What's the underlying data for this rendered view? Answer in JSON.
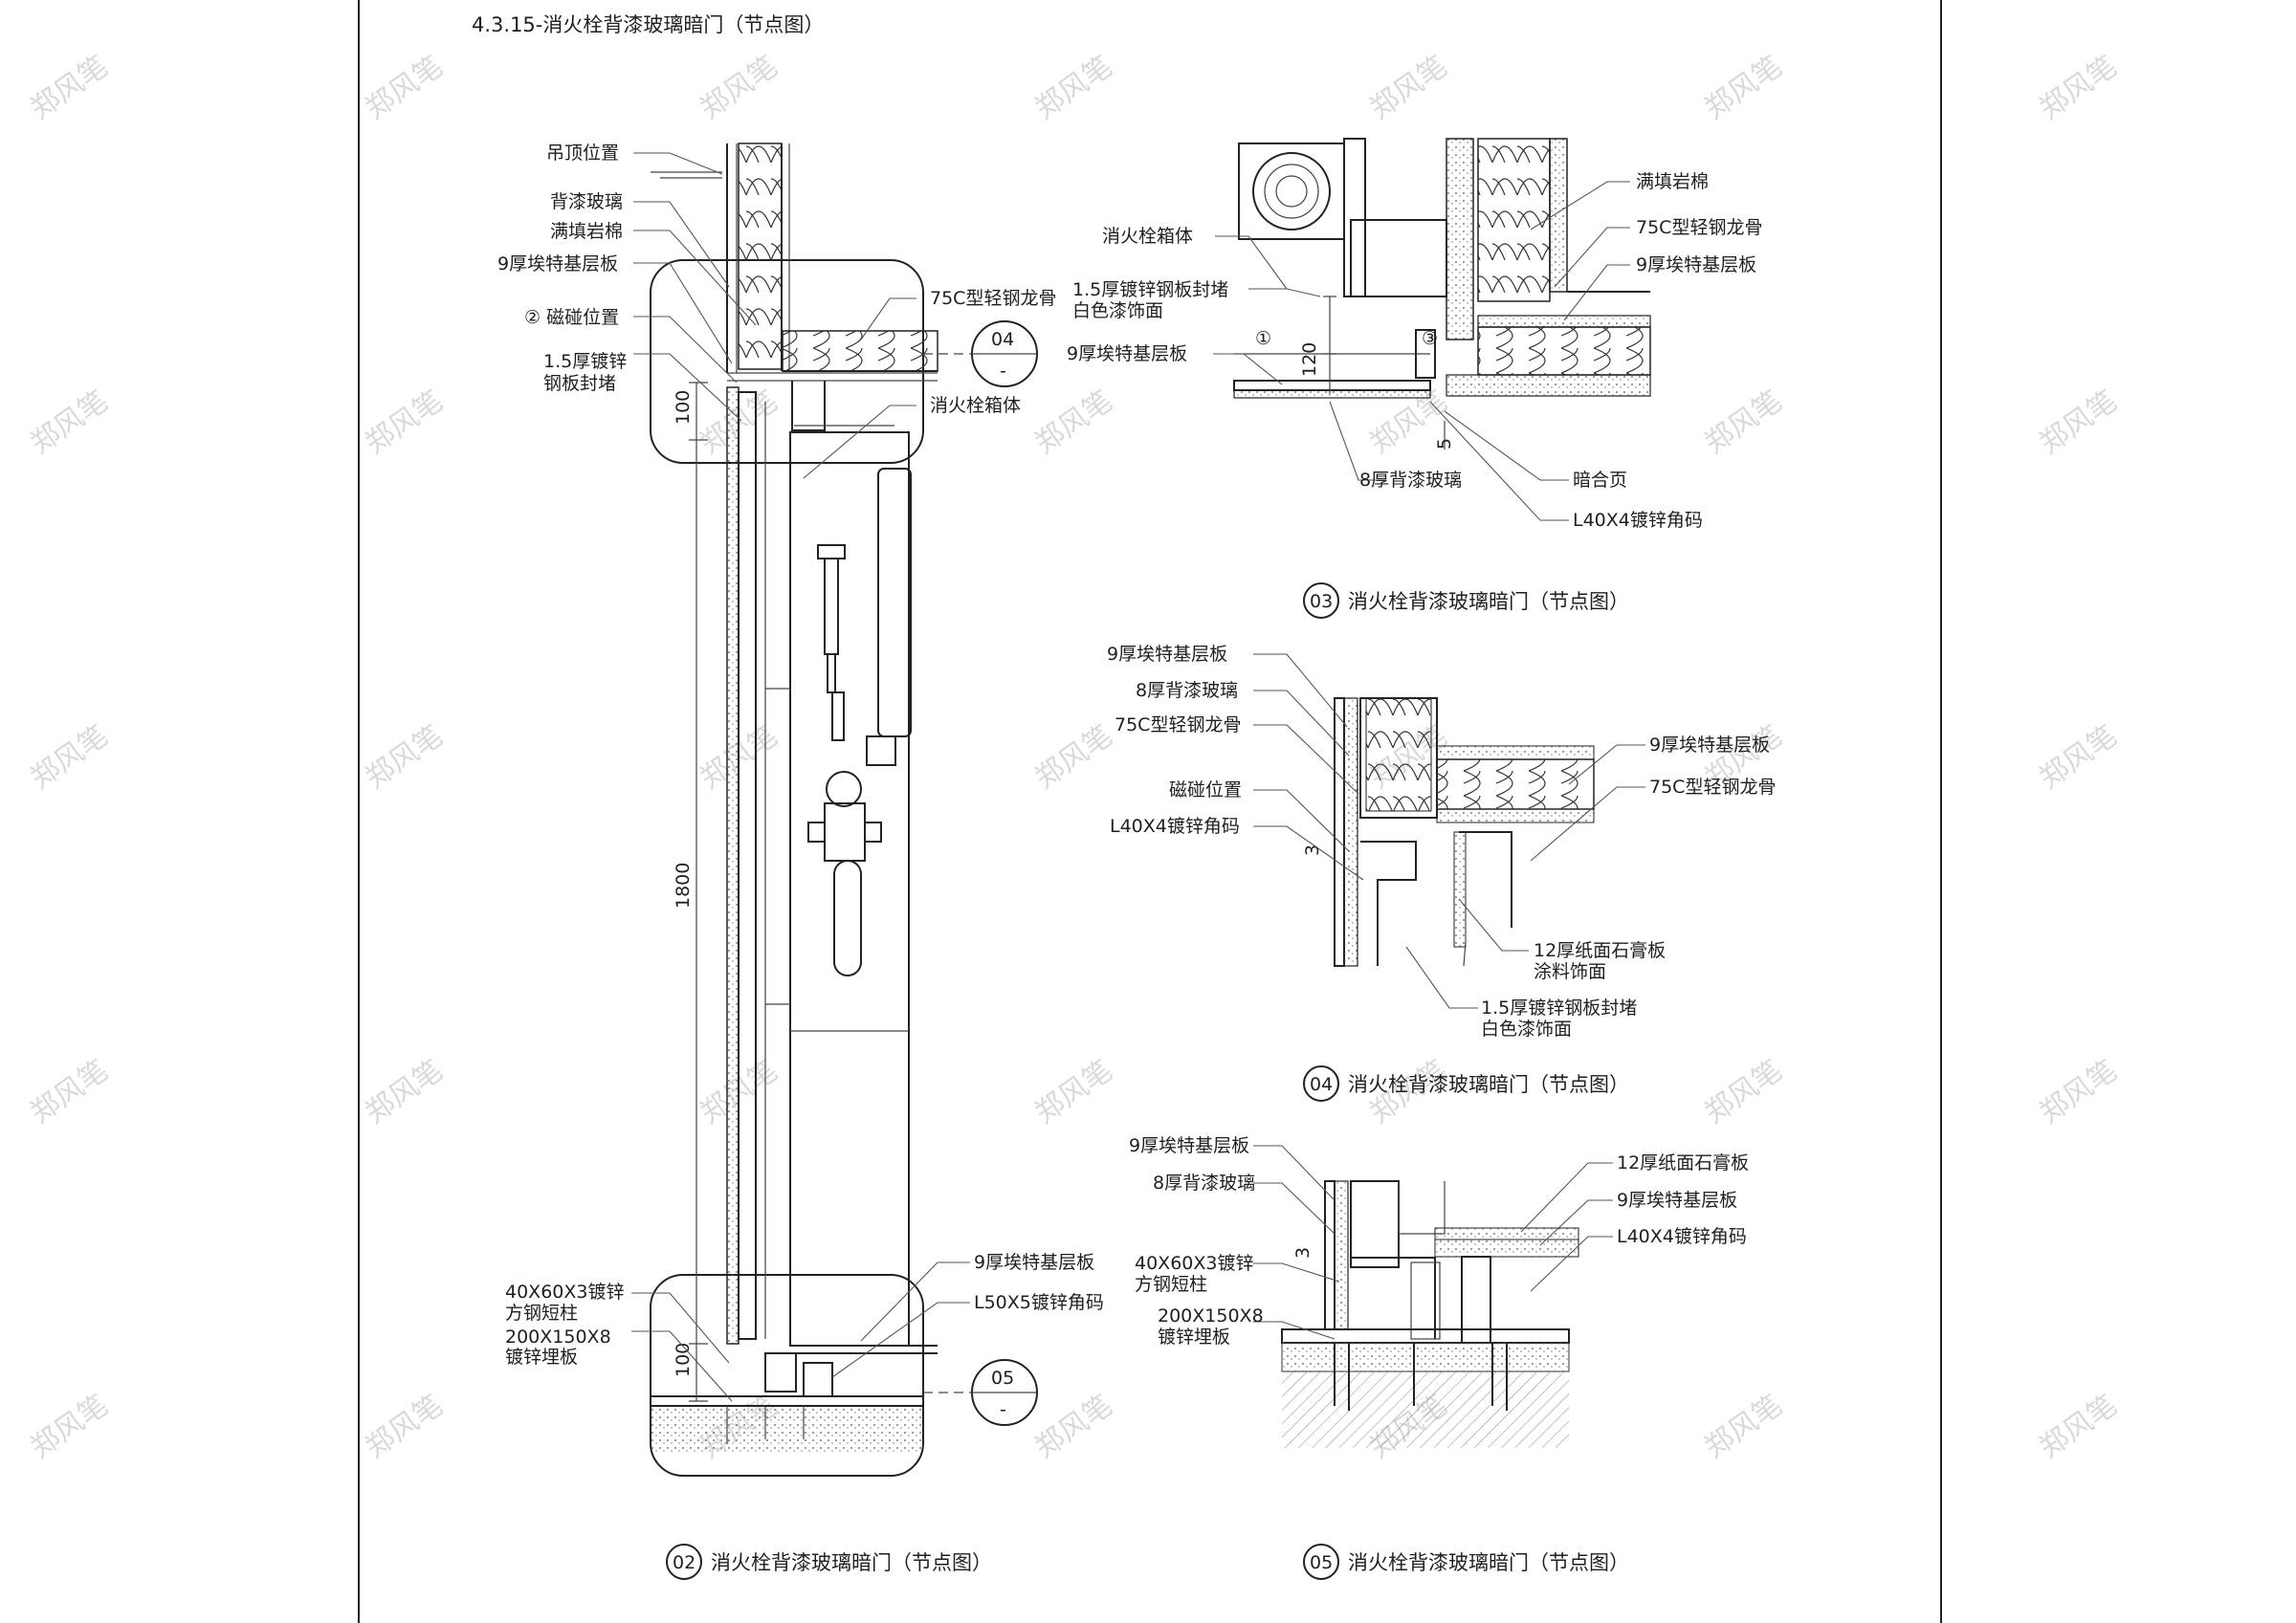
{
  "sheet_title": "4.3.15-消火栓背漆玻璃暗门（节点图）",
  "watermark": "郑风笔",
  "node_02": {
    "labels_left": [
      "吊顶位置",
      "背漆玻璃",
      "满填岩棉",
      "9厚埃特基层板",
      "② 磁碰位置",
      "1.5厚镀锌",
      "钢板封堵"
    ],
    "labels_right": [
      "75C型轻钢龙骨",
      "消火栓箱体"
    ],
    "labels_bottom_left": [
      "40X60X3镀锌",
      "方钢短柱",
      "200X150X8",
      "镀锌埋板"
    ],
    "labels_bottom_right": [
      "9厚埃特基层板",
      "L50X5镀锌角码"
    ],
    "dims": [
      "100",
      "1800",
      "100"
    ],
    "ref_top": {
      "num": "04",
      "sheet": "-"
    },
    "ref_bottom": {
      "num": "05",
      "sheet": "-"
    },
    "caption_num": "02",
    "caption": "消火栓背漆玻璃暗门（节点图）"
  },
  "node_03": {
    "labels_left": [
      "消火栓箱体",
      "1.5厚镀锌钢板封堵",
      "白色漆饰面",
      "9厚埃特基层板"
    ],
    "labels_right": [
      "满填岩棉",
      "75C型轻钢龙骨",
      "9厚埃特基层板"
    ],
    "labels_bottom": [
      "8厚背漆玻璃",
      "暗合页",
      "L40X4镀锌角码"
    ],
    "dims": [
      "120",
      "5"
    ],
    "markers": [
      "①",
      "③"
    ],
    "caption_num": "03",
    "caption": "消火栓背漆玻璃暗门（节点图）"
  },
  "node_04": {
    "labels_left": [
      "9厚埃特基层板",
      "8厚背漆玻璃",
      "75C型轻钢龙骨",
      "磁碰位置",
      "L40X4镀锌角码"
    ],
    "labels_right": [
      "9厚埃特基层板",
      "75C型轻钢龙骨"
    ],
    "labels_bottom": [
      "12厚纸面石膏板",
      "涂料饰面",
      "1.5厚镀锌钢板封堵",
      "白色漆饰面"
    ],
    "dims": [
      "3"
    ],
    "caption_num": "04",
    "caption": "消火栓背漆玻璃暗门（节点图）"
  },
  "node_05": {
    "labels_left": [
      "9厚埃特基层板",
      "8厚背漆玻璃",
      "40X60X3镀锌",
      "方钢短柱",
      "200X150X8",
      "镀锌埋板"
    ],
    "labels_right": [
      "12厚纸面石膏板",
      "9厚埃特基层板",
      "L40X4镀锌角码"
    ],
    "dims": [
      "3"
    ],
    "caption_num": "05",
    "caption": "消火栓背漆玻璃暗门（节点图）"
  }
}
